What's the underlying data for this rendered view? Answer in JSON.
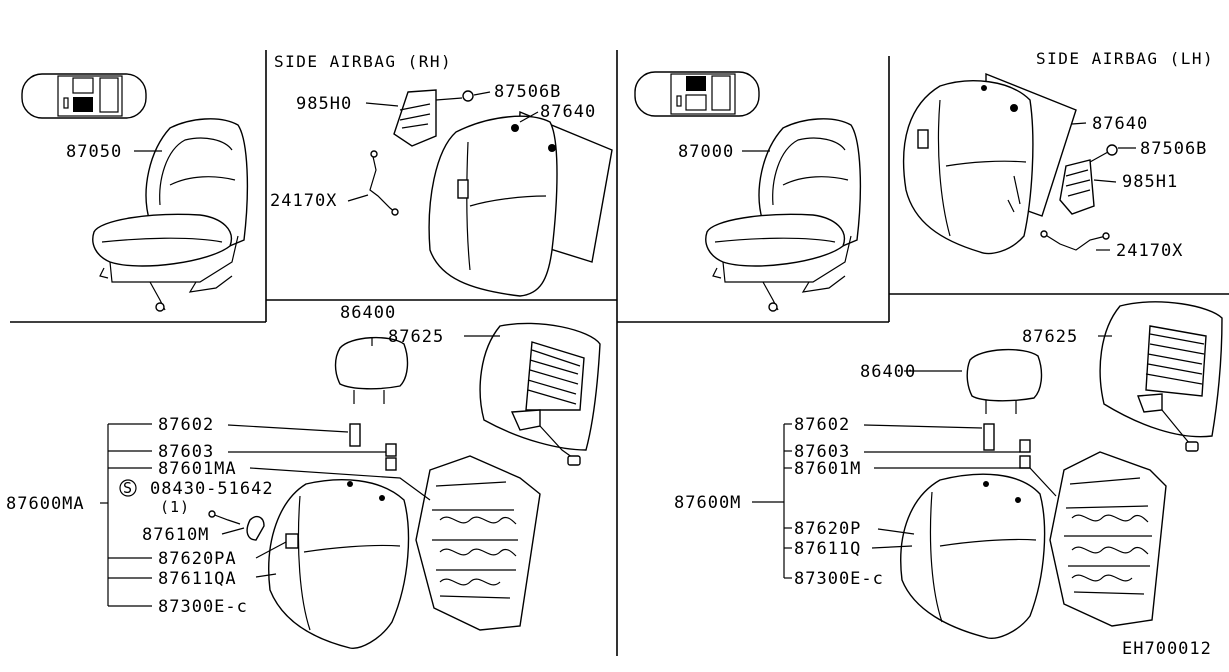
{
  "diagram": {
    "right_hand": {
      "airbag_header": "SIDE AIRBAG (RH)",
      "seat_assembly": "87050",
      "airbag_module": "985H0",
      "bolt": "87506B",
      "back_cover": "87640",
      "harness": "24170X",
      "headrest": "86400",
      "back_trim": "87625",
      "holder_a": "87602",
      "holder_b": "87603",
      "back_frame": "87601MA",
      "screw_code": "08430-51642",
      "screw_qty": "(1)",
      "screw_symbol": "S",
      "seat_back_assembly": "87600MA",
      "knob": "87610M",
      "pad": "87620PA",
      "cover": "87611QA",
      "clip": "87300E-c"
    },
    "left_hand": {
      "airbag_header": "SIDE AIRBAG (LH)",
      "seat_assembly": "87000",
      "back_cover": "87640",
      "bolt": "87506B",
      "airbag_module": "985H1",
      "harness": "24170X",
      "back_trim": "87625",
      "headrest": "86400",
      "holder_a": "87602",
      "holder_b": "87603",
      "back_frame": "87601M",
      "seat_back_assembly": "87600M",
      "pad": "87620P",
      "cover": "87611Q",
      "clip": "87300E-c"
    },
    "drawing_code": "EH700012"
  }
}
